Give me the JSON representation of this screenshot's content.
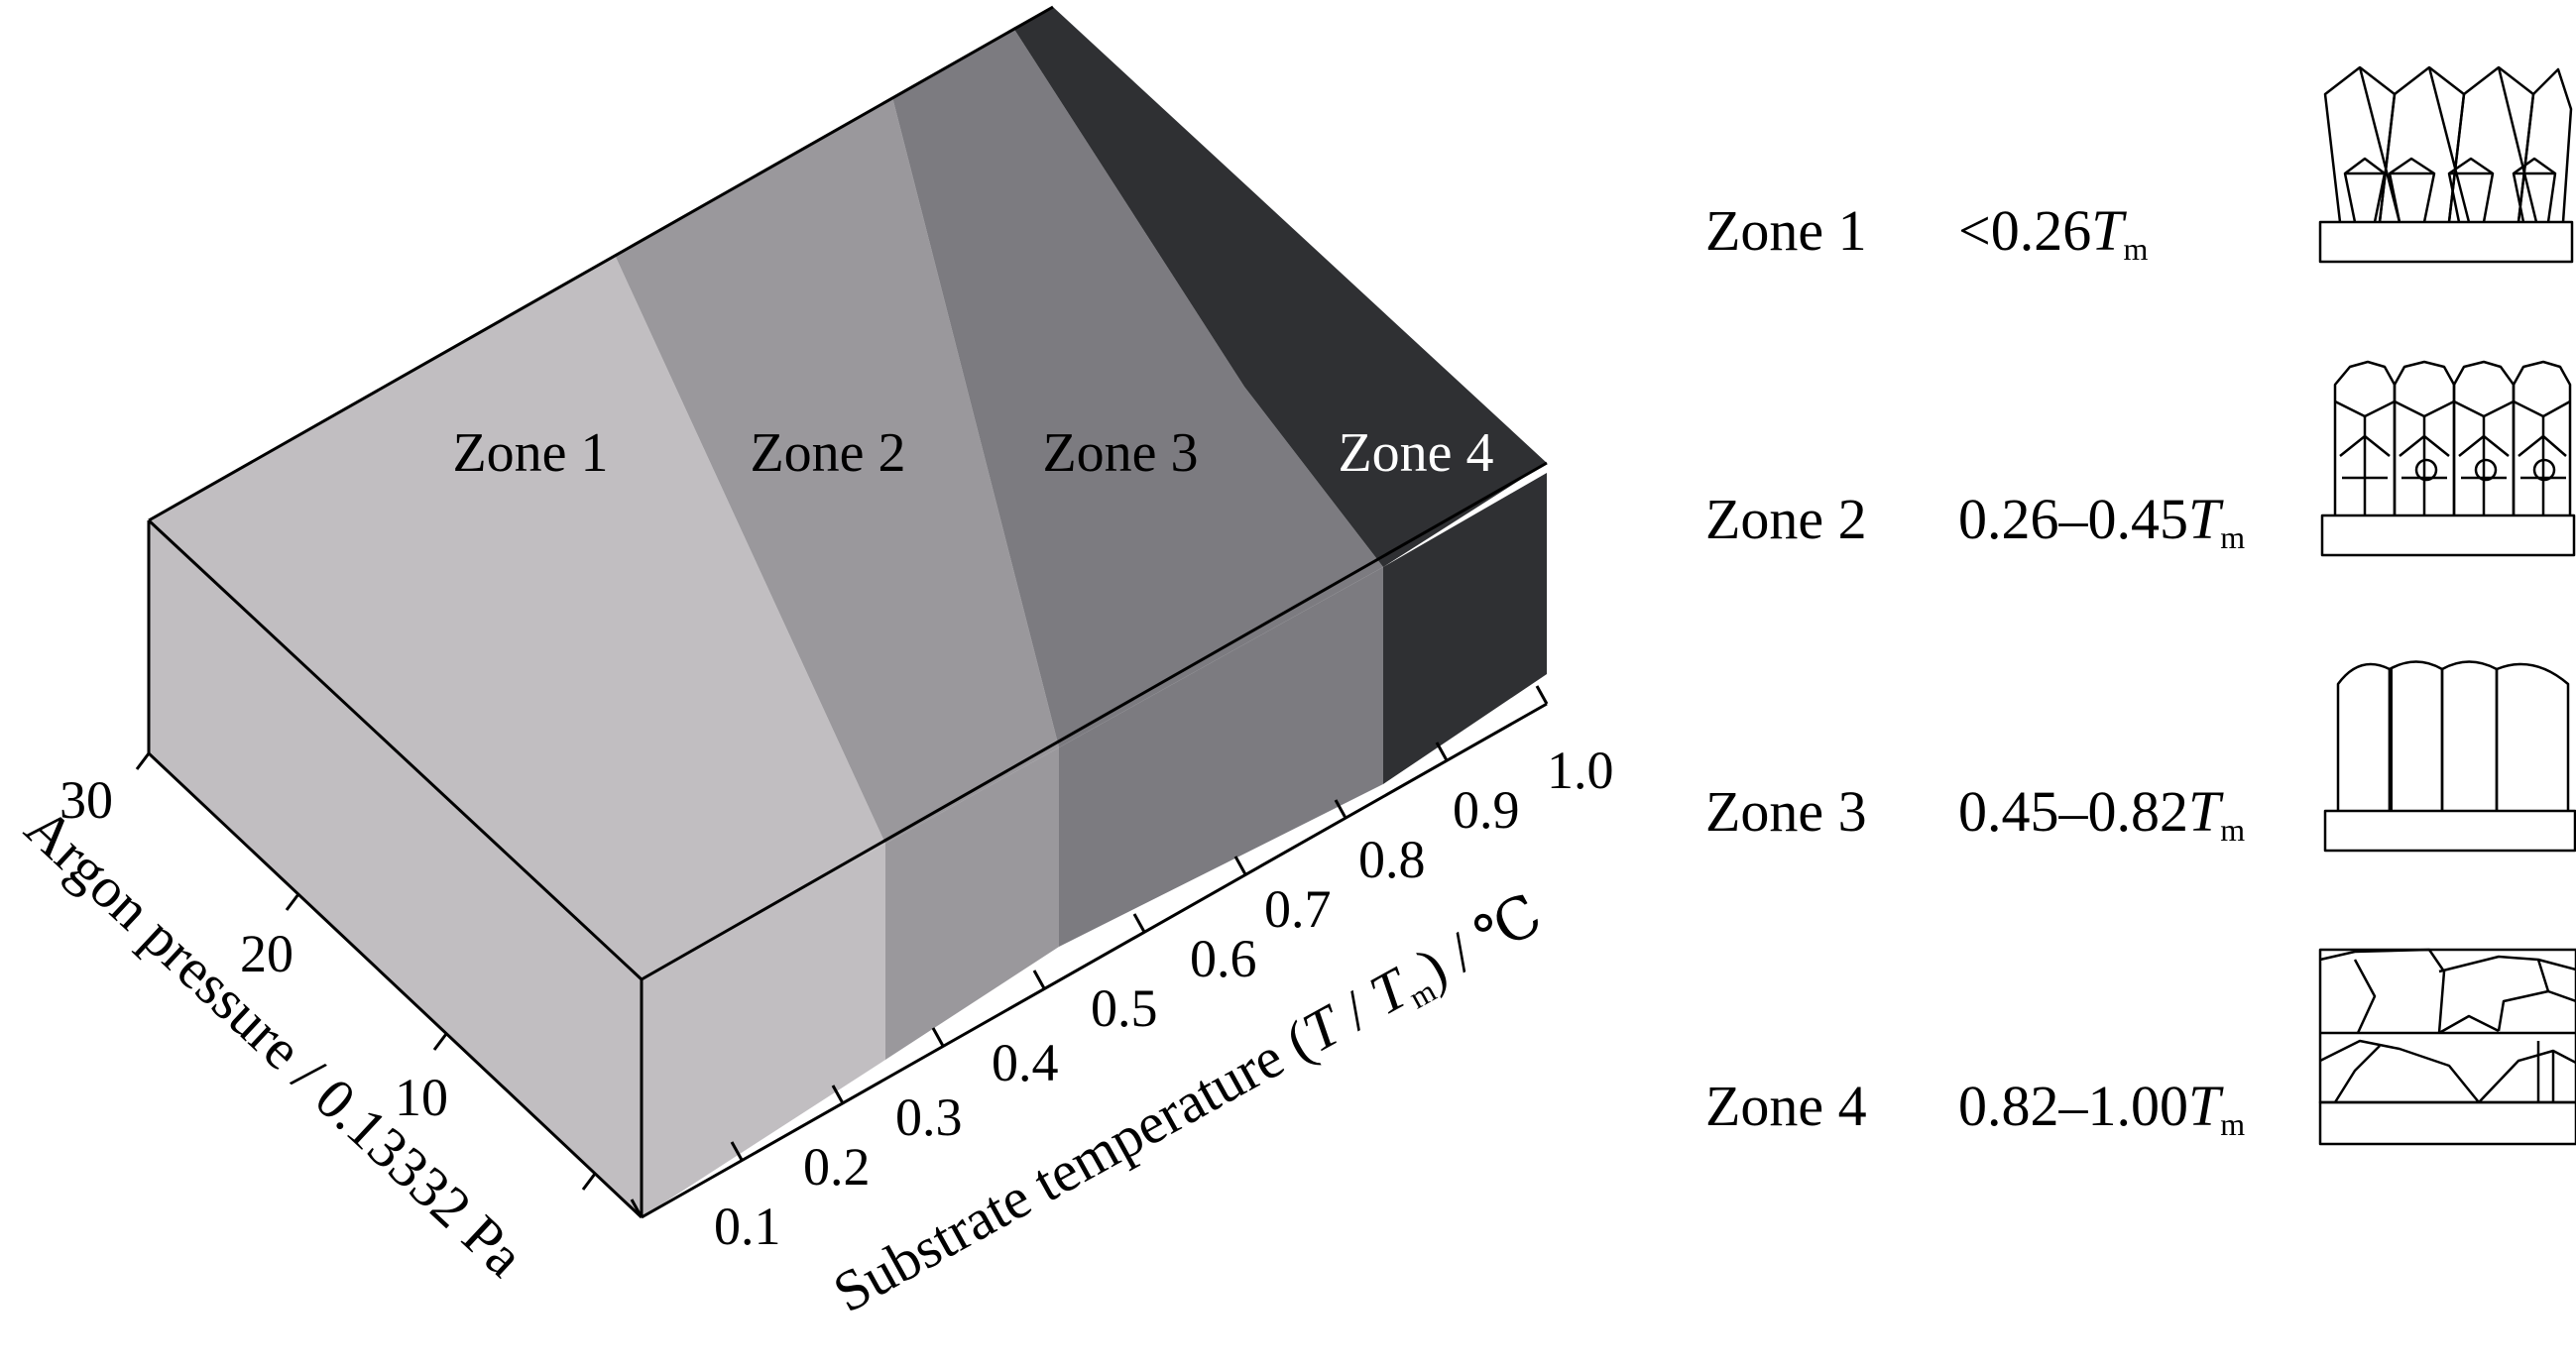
{
  "block": {
    "zone_labels": [
      "Zone 1",
      "Zone 2",
      "Zone 3",
      "Zone 4"
    ],
    "colors": {
      "zone1": "#c1bec1",
      "zone2": "#9a989c",
      "zone3": "#7c7b80",
      "zone4": "#2f3033",
      "edge": "#000000",
      "label_light": "#ffffff"
    }
  },
  "temperature_axis": {
    "title_pre": "Substrate temperature (",
    "title_T": "T",
    "title_mid": " / ",
    "title_Tm": "T",
    "title_m_sub": "m",
    "title_post": ") / ℃",
    "ticks": [
      "0.1",
      "0.2",
      "0.3",
      "0.4",
      "0.5",
      "0.6",
      "0.7",
      "0.8",
      "0.9",
      "1.0"
    ]
  },
  "pressure_axis": {
    "title": "Argon pressure / 0.13332 Pa",
    "ticks": [
      "30",
      "20",
      "10"
    ]
  },
  "legend": [
    {
      "zone": "Zone 1",
      "range": "<0.26",
      "T": "T",
      "sub": "m"
    },
    {
      "zone": "Zone 2",
      "range": "0.26–0.45",
      "T": "T",
      "sub": "m"
    },
    {
      "zone": "Zone 3",
      "range": "0.45–0.82",
      "T": "T",
      "sub": "m"
    },
    {
      "zone": "Zone 4",
      "range": "0.82–1.00",
      "T": "T",
      "sub": "m"
    }
  ]
}
